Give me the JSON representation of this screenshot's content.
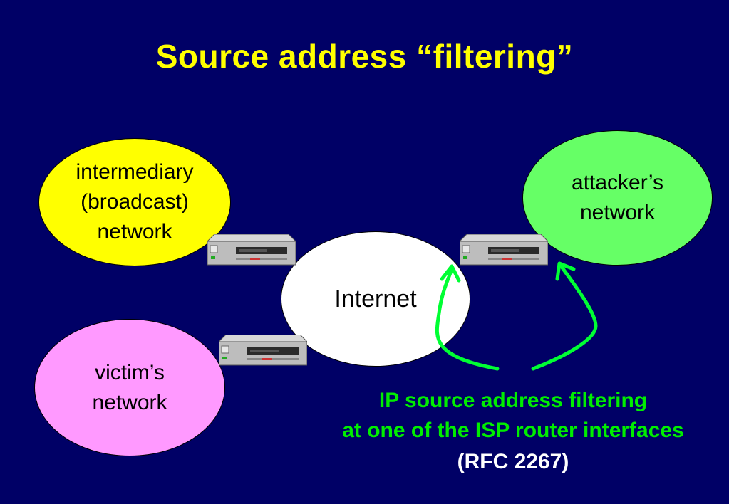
{
  "title": "Source address “filtering”",
  "nodes": {
    "intermediary": "intermediary\n(broadcast)\nnetwork",
    "attacker": "attacker’s\nnetwork",
    "internet": "Internet",
    "victim": "victim’s\nnetwork"
  },
  "caption": {
    "line1": "IP source address filtering",
    "line2": "at one of the ISP router interfaces",
    "line3": "(RFC 2267)"
  },
  "colors": {
    "background": "#000066",
    "title": "#ffff00",
    "intermediary": "#ffff00",
    "attacker": "#66ff66",
    "internet": "#ffffff",
    "victim": "#ff99ff",
    "arrow": "#00ff33",
    "caption": "#00ee00"
  },
  "icons": [
    "router-icon",
    "router-icon",
    "router-icon"
  ]
}
